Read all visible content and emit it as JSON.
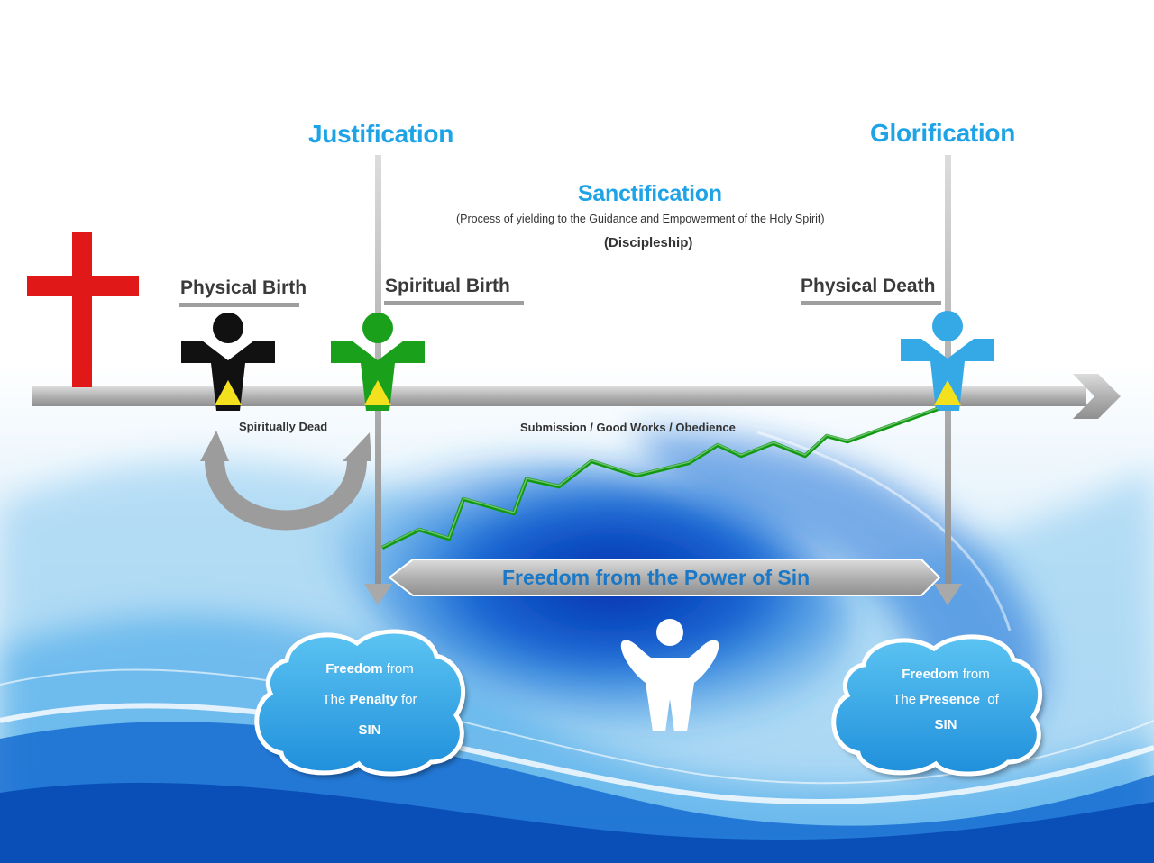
{
  "titles": {
    "justification": "Justification",
    "glorification": "Glorification",
    "sanctification": "Sanctification",
    "sanctification_note": "(Process of yielding to the Guidance and Empowerment of the Holy Spirit)",
    "discipleship": "(Discipleship)"
  },
  "stages": {
    "physical_birth": "Physical Birth",
    "spiritual_birth": "Spiritual Birth",
    "physical_death": "Physical Death"
  },
  "notes": {
    "spiritually_dead": "Spiritually Dead",
    "submission": "Submission / Good Works / Obedience",
    "freedom_power": "Freedom from the Power of Sin"
  },
  "cloud_left": {
    "line1_bold": "Freedom",
    "line1_rest": " from",
    "line2_pre": "The ",
    "line2_bold": "Penalty",
    "line2_rest": " for",
    "line3": "SIN"
  },
  "cloud_right": {
    "line1_bold": "Freedom",
    "line1_rest": " from",
    "line2_pre": "The ",
    "line2_bold": "Presence",
    "line2_rest": "  of",
    "line3": "SIN"
  },
  "colors": {
    "title_blue": "#1ea3e6",
    "cross_red": "#e01818",
    "figure_black": "#111111",
    "figure_green": "#1aa01a",
    "figure_blue": "#35a9e6",
    "marker_yellow": "#f3e11d",
    "growth_line": "#119a11",
    "timeline_gray": "#b9b9b9"
  }
}
